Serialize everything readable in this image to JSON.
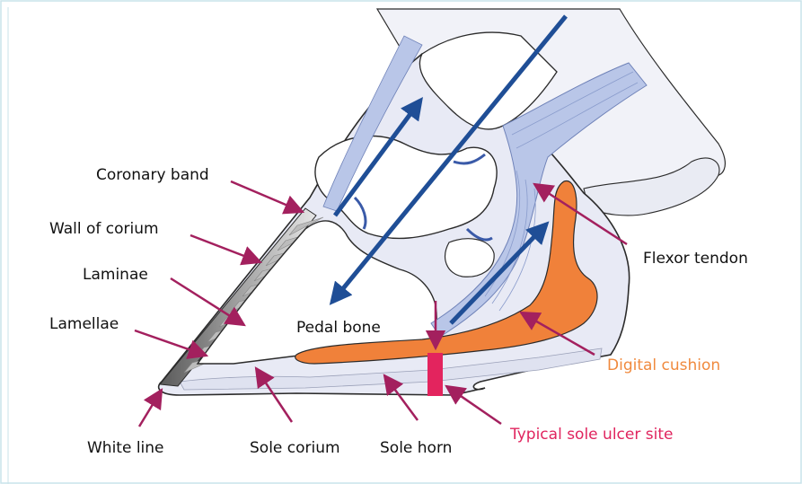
{
  "labels": {
    "coronary_band": "Coronary band",
    "wall_of_corium": "Wall of corium",
    "laminae": "Laminae",
    "lamellae": "Lamellae",
    "white_line": "White line",
    "sole_corium": "Sole corium",
    "sole_horn": "Sole horn",
    "pedal_bone": "Pedal bone",
    "flexor_tendon": "Flexor tendon",
    "digital_cushion": "Digital cushion",
    "typical_sole_ulcer_site": "Typical sole ulcer site"
  },
  "colors": {
    "pointer_arrow": "#a3205e",
    "force_arrow": "#1f4e96",
    "digital_cushion": "#f0813a",
    "ulcer_site": "#e3245e",
    "tendon": "#b9c6e8",
    "outline": "#2b2b2b",
    "frame_border": "#c9e3ea"
  }
}
